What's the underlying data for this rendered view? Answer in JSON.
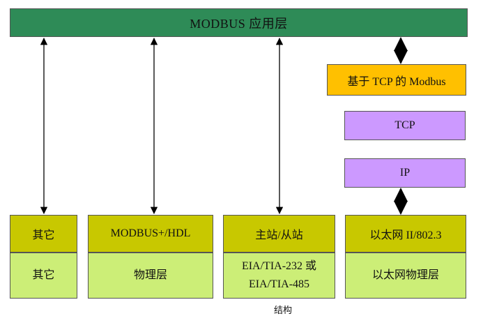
{
  "application_layer": {
    "label": "MODBUS 应用层"
  },
  "modbus_tcp": {
    "label": "基于 TCP 的 Modbus"
  },
  "tcp": {
    "label": "TCP"
  },
  "ip": {
    "label": "IP"
  },
  "stacks": [
    {
      "top": "其它",
      "bottom": "其它"
    },
    {
      "top": "MODBUS+/HDL",
      "bottom": "物理层"
    },
    {
      "top": "主站/从站",
      "bottom": "EIA/TIA-232 或 EIA/TIA-485"
    },
    {
      "top": "以太网 II/802.3",
      "bottom": "以太网物理层"
    }
  ],
  "caption": "结构",
  "colors": {
    "application_layer": "#2e8b57",
    "modbus_tcp": "#ffc000",
    "tcp_ip": "#cc99ff",
    "stack_top": "#c8c800",
    "stack_bottom": "#ccee77"
  }
}
